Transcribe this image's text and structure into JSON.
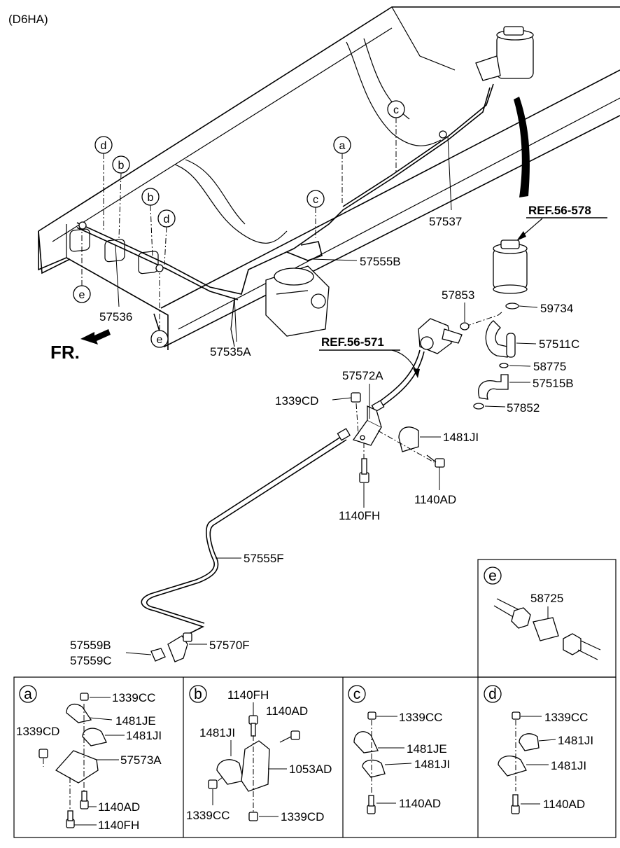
{
  "header": {
    "engine_code": "(D6HA)"
  },
  "direction": {
    "front_label": "FR."
  },
  "refs": {
    "ref_578": "REF.56-578",
    "ref_571": "REF.56-571"
  },
  "callouts": [
    "a",
    "b",
    "c",
    "d",
    "e"
  ],
  "parts": {
    "p57537": "57537",
    "p57555B": "57555B",
    "p57536": "57536",
    "p57535A": "57535A",
    "p57853": "57853",
    "p59734": "59734",
    "p57511C": "57511C",
    "p58775": "58775",
    "p57515B": "57515B",
    "p57852": "57852",
    "p57572A": "57572A",
    "p1339CD": "1339CD",
    "p1481JI": "1481JI",
    "p1140AD": "1140AD",
    "p1140FH": "1140FH",
    "p57555F": "57555F",
    "p57559B": "57559B",
    "p57559C": "57559C",
    "p57570F": "57570F"
  },
  "detail_e": {
    "tag": "e",
    "part": "58725"
  },
  "detail_a": {
    "tag": "a",
    "p1339CC": "1339CC",
    "p1481JE": "1481JE",
    "p1339CD": "1339CD",
    "p1481JI": "1481JI",
    "p57573A": "57573A",
    "p1140AD": "1140AD",
    "p1140FH": "1140FH"
  },
  "detail_b": {
    "tag": "b",
    "p1140FH": "1140FH",
    "p1140AD": "1140AD",
    "p1481JI": "1481JI",
    "p1053AD": "1053AD",
    "p1339CC": "1339CC",
    "p1339CD": "1339CD"
  },
  "detail_c": {
    "tag": "c",
    "p1339CC": "1339CC",
    "p1481JE": "1481JE",
    "p1481JI": "1481JI",
    "p1140AD": "1140AD"
  },
  "detail_d": {
    "tag": "d",
    "p1339CC": "1339CC",
    "p1481JI_1": "1481JI",
    "p1481JI_2": "1481JI",
    "p1140AD": "1140AD"
  }
}
